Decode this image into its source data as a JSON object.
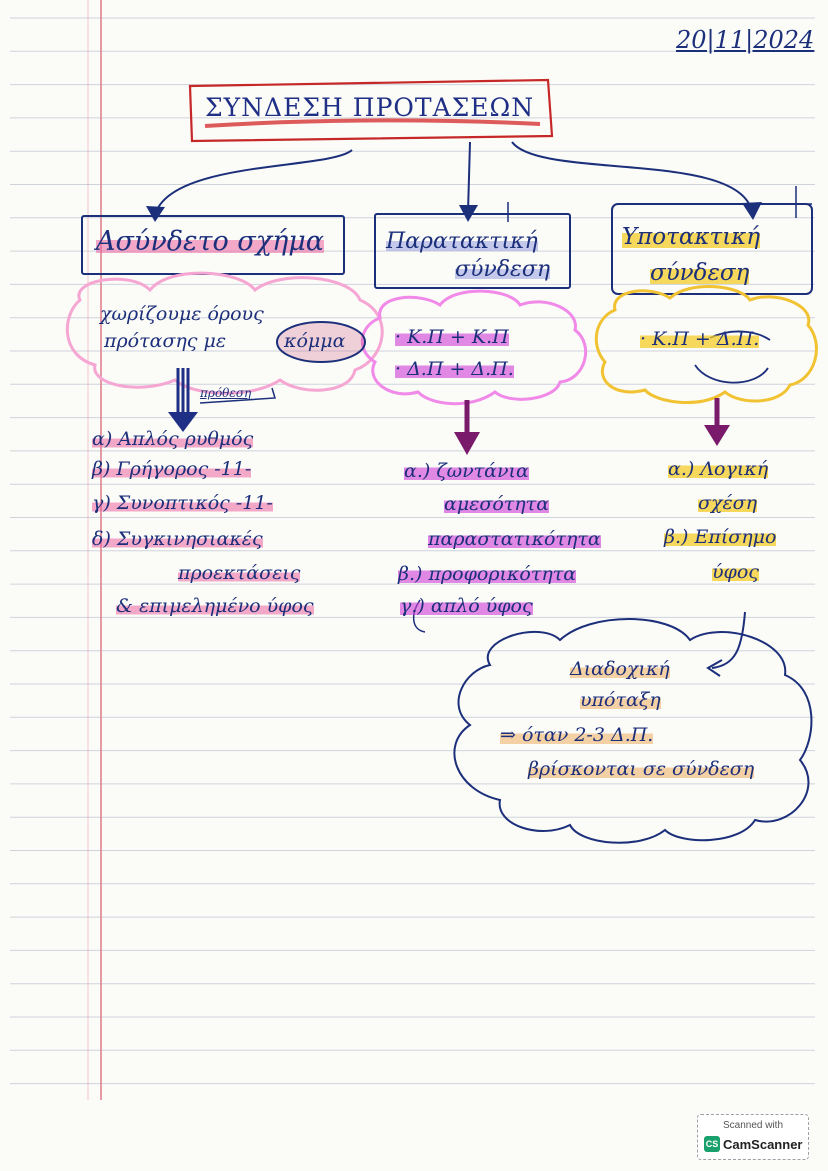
{
  "date": "20|11|2024",
  "title": "ΣΥΝΔΕΣΗ ΠΡΟΤΑΣΕΩΝ",
  "branches": {
    "asyndeto": {
      "heading": "Ασύνδετο σχήμα",
      "cloud_line1": "χωρίζουμε όρους",
      "cloud_line2": "πρότασης με",
      "cloud_circled": "κόμμα",
      "arrow_note": "πρόθεση",
      "items": [
        "α) Απλός ρυθμός",
        "β) Γρήγορος -11-",
        "γ) Συνοπτικός -11-",
        "δ) Συγκινησιακές",
        "προεκτάσεις",
        "& επιμελημένο ύφος"
      ]
    },
    "parataktiki": {
      "heading_line1": "Παρατακτική",
      "heading_line2": "σύνδεση",
      "cloud_line1": "· Κ.Π + Κ.Π",
      "cloud_line2": "· Δ.Π + Δ.Π.",
      "items": [
        "α.) ζωντάνια",
        "αμεσότητα",
        "παραστατικότητα",
        "β.) προφορικότητα",
        "γ.) απλό ύφος"
      ]
    },
    "ypotaktiki": {
      "heading_line1": "Υποτακτική",
      "heading_line2": "σύνδεση",
      "cloud_line1": "· Κ.Π + Δ.Π.",
      "items": [
        "α.) Λογική",
        "σχέση",
        "β.) Επίσημο",
        "ύφος"
      ]
    }
  },
  "bottom_cloud": {
    "line1": "Διαδοχική",
    "line2": "υπόταξη",
    "line3": "⇒ όταν 2-3 Δ.Π.",
    "line4": "βρίσκονται σε σύνδεση"
  },
  "scan_badge": {
    "top": "Scanned with",
    "logo": "CS",
    "name": "CamScanner"
  },
  "colors": {
    "ink": "#1c2f7a",
    "margin_line": "#e07a8a",
    "rule_line": "#cfd3dc",
    "title_underline": "#d63333",
    "pink_marker": "#ec64a0",
    "magenta_marker": "#cd3cd7",
    "yellow_marker": "#f5cd28",
    "orange_marker": "#f0b46e"
  }
}
